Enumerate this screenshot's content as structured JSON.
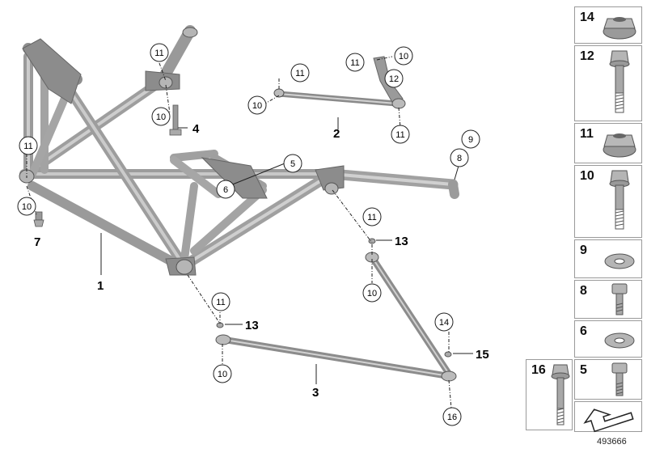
{
  "diagram": {
    "parts": [
      {
        "key": "frame",
        "label": "1"
      },
      {
        "key": "strut_upper",
        "label": "2"
      },
      {
        "key": "strut_lower",
        "label": "3"
      },
      {
        "key": "bolt_a",
        "label": "4"
      },
      {
        "key": "washer_a",
        "label": "5"
      },
      {
        "key": "washer_b",
        "label": "6"
      },
      {
        "key": "bolt_b",
        "label": "7"
      },
      {
        "key": "screw_hex",
        "label": "8"
      },
      {
        "key": "washer_c",
        "label": "9"
      },
      {
        "key": "bolt_collar",
        "label": "10"
      },
      {
        "key": "nut_collar",
        "label": "11"
      },
      {
        "key": "bolt_hex",
        "label": "12"
      },
      {
        "key": "nut_small",
        "label": "13"
      },
      {
        "key": "nut_flange",
        "label": "14"
      },
      {
        "key": "nut_tiny",
        "label": "15"
      },
      {
        "key": "bolt_long",
        "label": "16"
      }
    ],
    "callouts": {
      "c11_a": "11",
      "c10_a": "10",
      "c4": "4",
      "c11_b": "11",
      "c10_b": "10",
      "c7": "7",
      "c5": "5",
      "c6": "6",
      "c11_c": "11",
      "c10_c": "10",
      "c2": "2",
      "c11_d": "11",
      "c10_d": "10",
      "c12": "12",
      "c11_e": "11",
      "c9": "9",
      "c8": "8",
      "c11_f": "11",
      "c13_a": "13",
      "c10_e": "10",
      "c1": "1",
      "c11_g": "11",
      "c13_b": "13",
      "c10_f": "10",
      "c3": "3",
      "c14": "14",
      "c15": "15",
      "c16": "16"
    }
  },
  "sidebar": {
    "cells": [
      "14",
      "12",
      "11",
      "10",
      "9",
      "8",
      "6",
      "5"
    ],
    "extra_cell": "16"
  },
  "doc_number": "493666"
}
